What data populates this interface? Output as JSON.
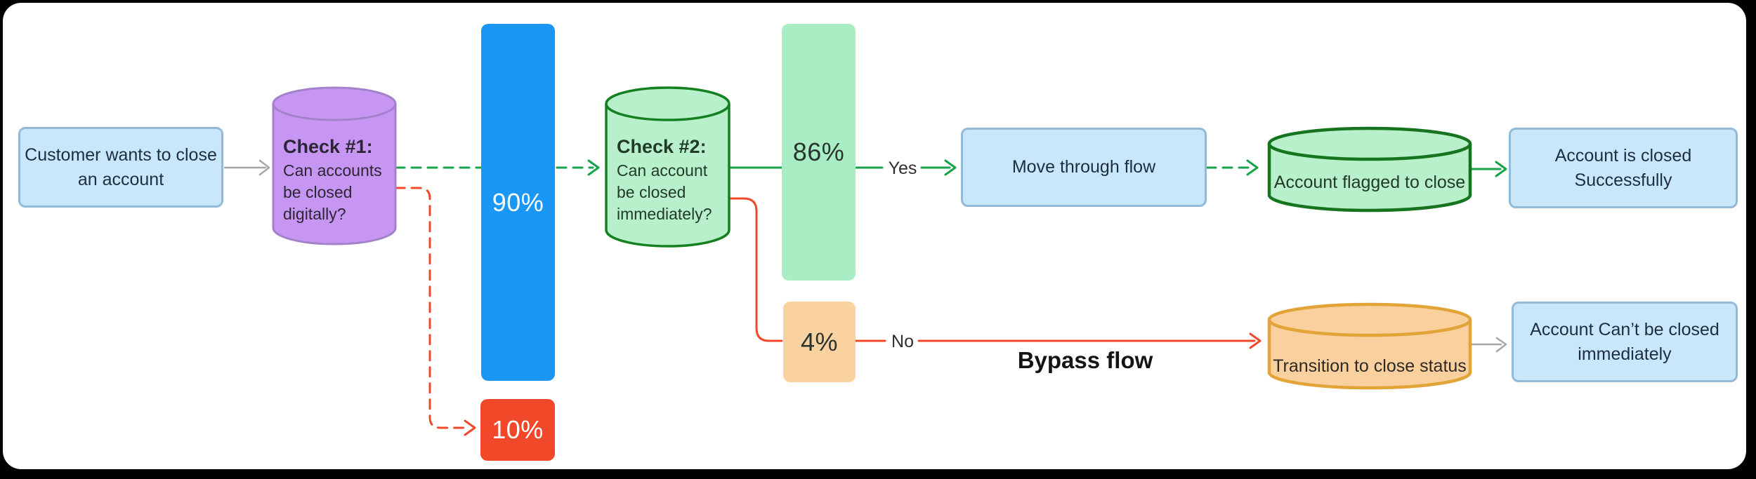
{
  "diagram": {
    "nodes": {
      "customer": {
        "line1": "Customer wants to close",
        "line2": "an account"
      },
      "check1": {
        "title": "Check #1:",
        "line1": "Can accounts",
        "line2": "be closed",
        "line3": "digitally?"
      },
      "bar_90": {
        "value": "90%"
      },
      "bar_10": {
        "value": "10%"
      },
      "check2": {
        "title": "Check #2:",
        "line1": "Can account",
        "line2": "be closed",
        "line3": "immediately?"
      },
      "bar_86": {
        "value": "86%"
      },
      "bar_4": {
        "value": "4%"
      },
      "move_through_flow": {
        "label": "Move through flow"
      },
      "account_flagged": {
        "label": "Account flagged to close"
      },
      "account_closed": {
        "line1": "Account is closed",
        "line2": "Successfully"
      },
      "transition_close": {
        "label": "Transition to close status"
      },
      "account_cant": {
        "line1": "Account Can’t be closed",
        "line2": "immediately"
      }
    },
    "edge_labels": {
      "yes": "Yes",
      "no": "No",
      "bypass": "Bypass flow"
    },
    "colors": {
      "background": "#000000",
      "surface": "#ffffff",
      "blue_bar": "#1a97f5",
      "red": "#f1482a",
      "green_line": "#16a34a",
      "green_cylinder_fill": "#b7f0ca",
      "green_cylinder_stroke": "#15801f",
      "green_bar": "#a9edc4",
      "purple_fill": "#c796f3",
      "purple_stroke": "#a382cb",
      "orange_cylinder_fill": "#f9d09e",
      "orange_cylinder_stroke": "#e2a437",
      "orange_box": "#fad2a0",
      "blue_box_fill": "#c9e7fa",
      "blue_box_stroke": "#93bad6",
      "gray_line": "#a6a6a6"
    }
  }
}
